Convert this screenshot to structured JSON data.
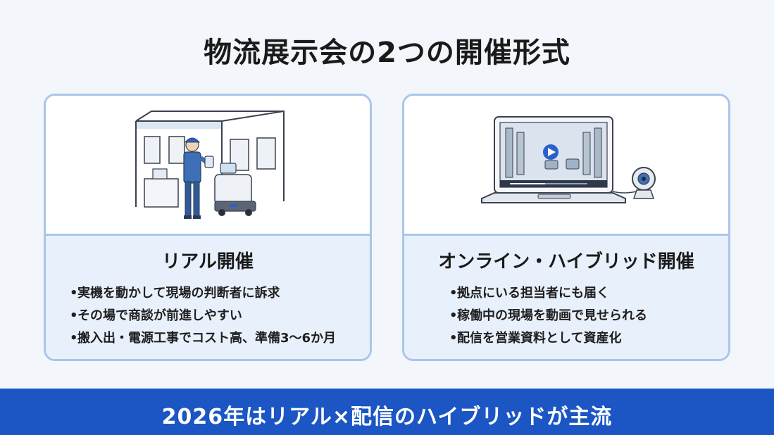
{
  "page": {
    "title": "物流展示会の2つの開催形式"
  },
  "cards": [
    {
      "title": "リアル開催",
      "illustration": "booth-worker-robot-illustration",
      "bullets": [
        "実機を動かして現場の判断者に訴求",
        "その場で商談が前進しやすい",
        "搬入出・電源工事でコスト高、準備3〜6か月"
      ]
    },
    {
      "title": "オンライン・ハイブリッド開催",
      "illustration": "laptop-video-webcam-illustration",
      "bullets": [
        "拠点にいる担当者にも届く",
        "稼働中の現場を動画で見せられる",
        "配信を営業資料として資産化"
      ]
    }
  ],
  "banner": {
    "text": "2026年はリアル×配信のハイブリッドが主流"
  },
  "colors": {
    "background": "#f3f6fb",
    "card_border": "#a9c6ea",
    "card_text_bg": "#e8f0fb",
    "banner": "#1b56c4",
    "accent_blue": "#2a61c9"
  }
}
